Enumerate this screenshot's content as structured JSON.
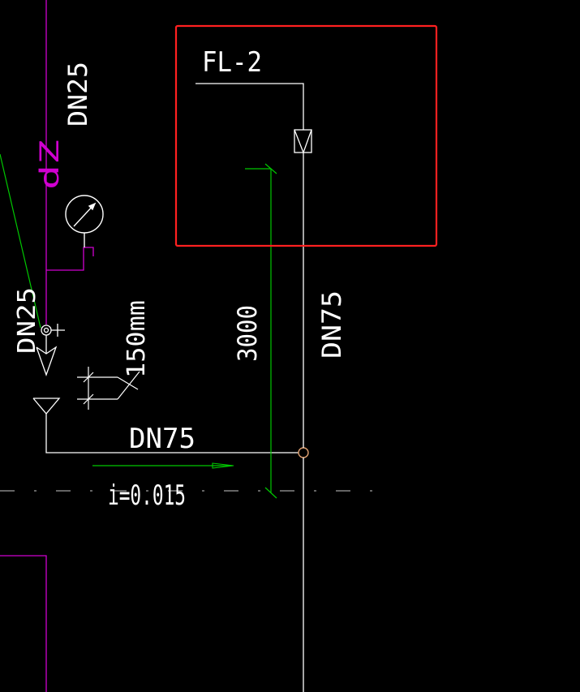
{
  "colors": {
    "background": "#000000",
    "white_line": "#ffffff",
    "magenta_line": "#d000d0",
    "green_line": "#00c800",
    "highlight_box": "#ff2020",
    "node_circle": "#e0a070",
    "dashed_line": "#c8c8c8"
  },
  "labels": {
    "riser_id": "FL-2",
    "pipe_dn25": "DN25",
    "magenta_tag": "dZ",
    "pipe_dn25_diagonal": "DN25",
    "offset_150": "150mm",
    "height_3000": "3000",
    "riser_dn75": "DN75",
    "branch_dn75": "DN75",
    "slope": "i=0.015"
  },
  "icons": {
    "pressure_gauge": "pressure-gauge-icon",
    "check_valve": "check-valve-icon",
    "floor_drain": "floor-drain-icon",
    "pipe_node": "node-circle-icon",
    "flow_arrow": "flow-arrow-icon"
  }
}
